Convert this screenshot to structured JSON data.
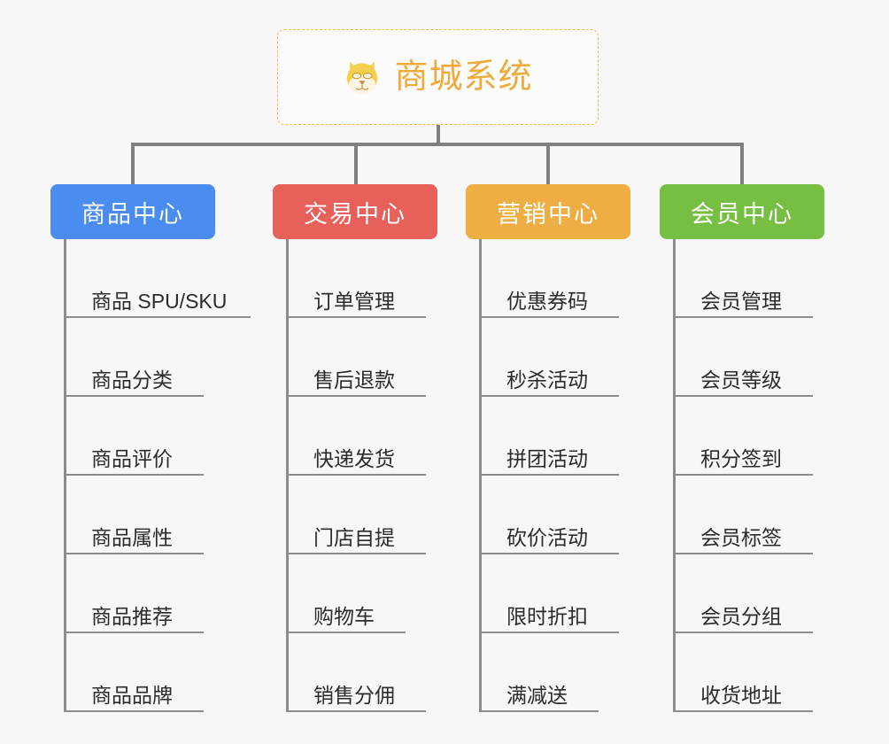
{
  "root": {
    "title": "商城系统",
    "icon": "dog-face-icon",
    "text_color": "#eeab3c",
    "border_color": "#f0b84a",
    "background": "#fcfcfc"
  },
  "canvas": {
    "background": "#f7f7f7",
    "connector_color": "#808080",
    "leaf_line_color": "#8c8c8c"
  },
  "branches": [
    {
      "label": "商品中心",
      "color": "#4a8cf0",
      "leaves": [
        {
          "label": "商品 SPU/SKU",
          "rule_width": 208
        },
        {
          "label": "商品分类",
          "rule_width": 155
        },
        {
          "label": "商品评价",
          "rule_width": 155
        },
        {
          "label": "商品属性",
          "rule_width": 155
        },
        {
          "label": "商品推荐",
          "rule_width": 155
        },
        {
          "label": "商品品牌",
          "rule_width": 155
        }
      ]
    },
    {
      "label": "交易中心",
      "color": "#e8605a",
      "leaves": [
        {
          "label": "订单管理",
          "rule_width": 155
        },
        {
          "label": "售后退款",
          "rule_width": 155
        },
        {
          "label": "快递发货",
          "rule_width": 155
        },
        {
          "label": "门店自提",
          "rule_width": 155
        },
        {
          "label": "购物车",
          "rule_width": 132
        },
        {
          "label": "销售分佣",
          "rule_width": 155
        }
      ]
    },
    {
      "label": "营销中心",
      "color": "#eeae44",
      "leaves": [
        {
          "label": "优惠券码",
          "rule_width": 155
        },
        {
          "label": "秒杀活动",
          "rule_width": 155
        },
        {
          "label": "拼团活动",
          "rule_width": 155
        },
        {
          "label": "砍价活动",
          "rule_width": 155
        },
        {
          "label": "限时折扣",
          "rule_width": 155
        },
        {
          "label": "满减送",
          "rule_width": 132
        }
      ]
    },
    {
      "label": "会员中心",
      "color": "#76bf43",
      "leaves": [
        {
          "label": "会员管理",
          "rule_width": 155
        },
        {
          "label": "会员等级",
          "rule_width": 155
        },
        {
          "label": "积分签到",
          "rule_width": 155
        },
        {
          "label": "会员标签",
          "rule_width": 155
        },
        {
          "label": "会员分组",
          "rule_width": 155
        },
        {
          "label": "收货地址",
          "rule_width": 155
        }
      ]
    }
  ]
}
